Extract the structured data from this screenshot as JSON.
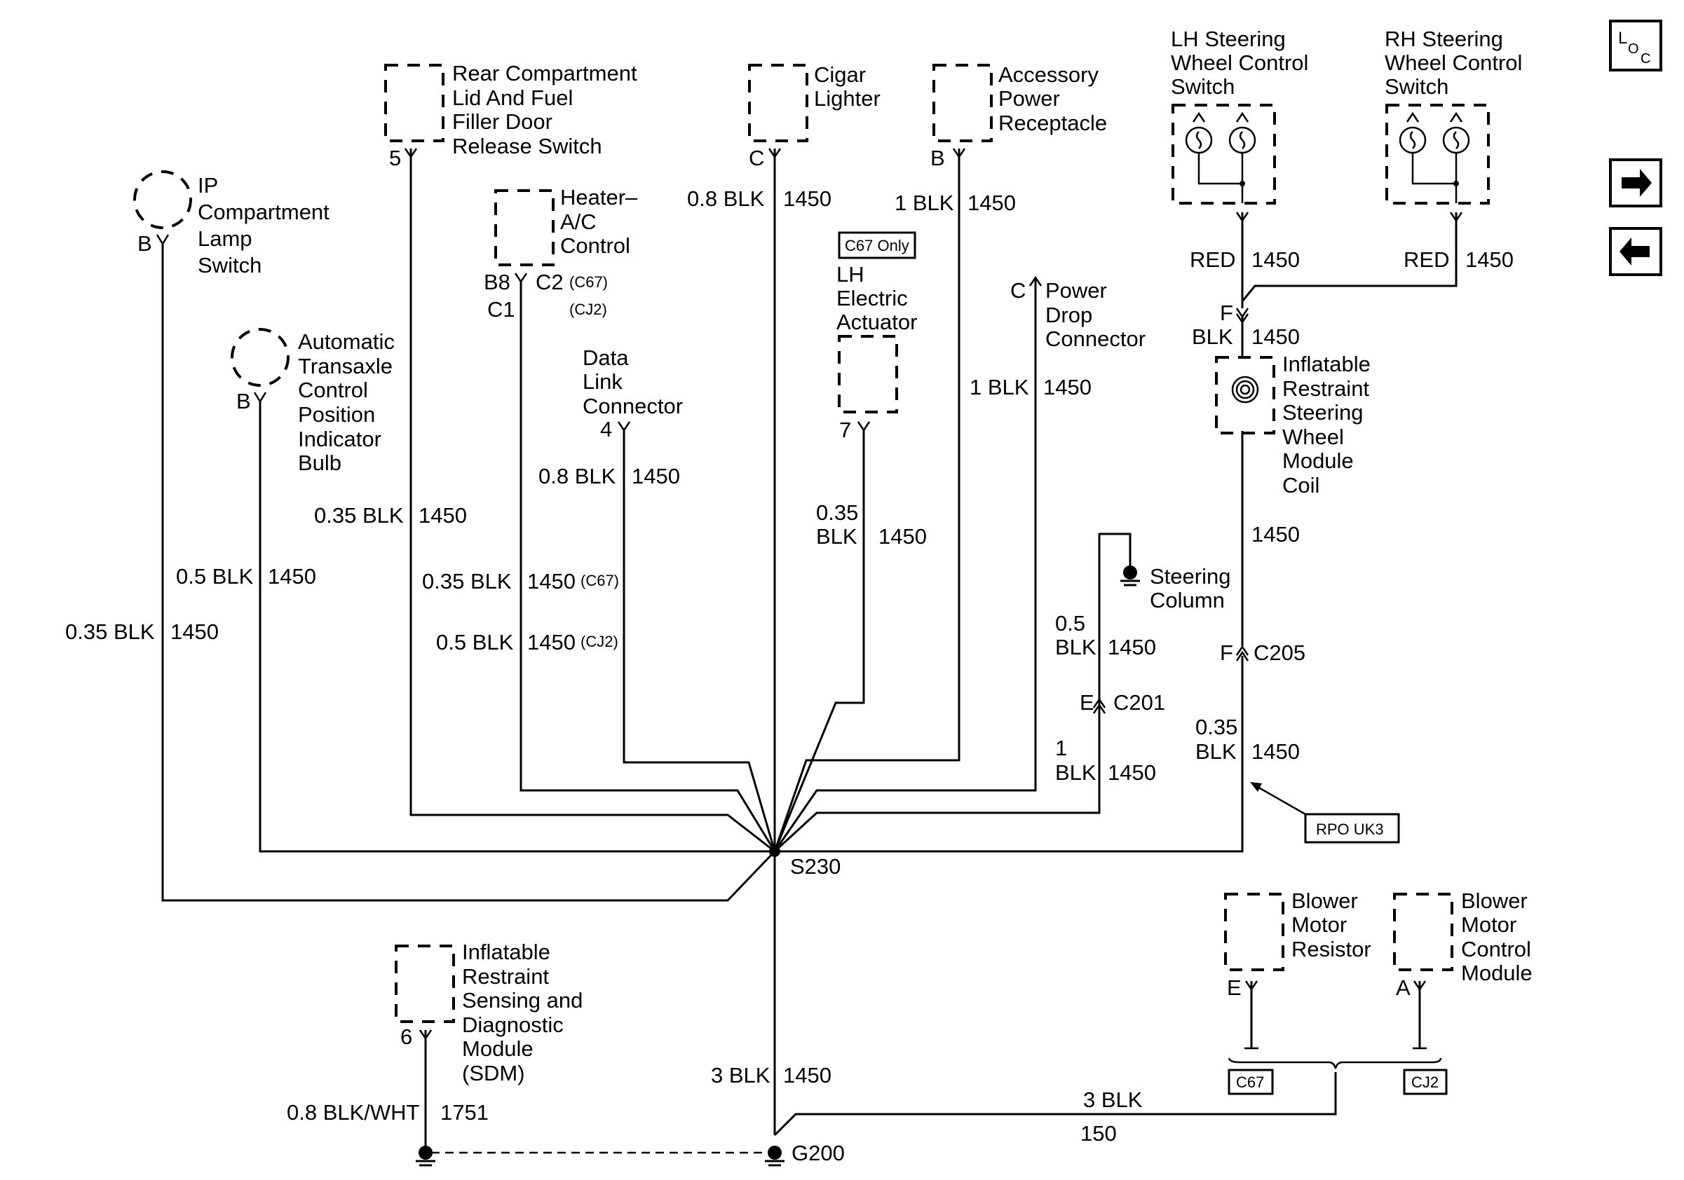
{
  "loc_icon": {
    "main": "L",
    "sub1": "O",
    "sub2": "C"
  },
  "nav": {
    "forward_icon": "right-arrow-icon",
    "back_icon": "left-arrow-icon"
  },
  "components": {
    "ip_lamp": [
      "IP",
      "Compartment",
      "Lamp",
      "Switch"
    ],
    "ip_lamp_pin": "B",
    "trans": [
      "Automatic",
      "Transaxle",
      "Control",
      "Position",
      "Indicator",
      "Bulb"
    ],
    "trans_pin": "B",
    "rear": [
      "Rear Compartment",
      "Lid And Fuel",
      "Filler Door",
      "Release Switch"
    ],
    "rear_pin": "5",
    "hvac": [
      "Heater–",
      "A/C",
      "Control"
    ],
    "hvac_pin_b8": "B8",
    "hvac_pin_c2": "C2",
    "hvac_pin_c1": "C1",
    "hvac_tag_c67": "(C67)",
    "hvac_tag_cj2": "(CJ2)",
    "dlc": [
      "Data",
      "Link",
      "Connector"
    ],
    "dlc_pin": "4",
    "cigar": [
      "Cigar",
      "Lighter"
    ],
    "cigar_pin": "C",
    "c67_only": "C67 Only",
    "lh_actuator": [
      "LH",
      "Electric",
      "Actuator"
    ],
    "lh_actuator_pin": "7",
    "acc": [
      "Accessory",
      "Power",
      "Receptacle"
    ],
    "acc_pin": "B",
    "power_drop": [
      "Power",
      "Drop",
      "Connector"
    ],
    "power_drop_pin": "C",
    "lh_swc": [
      "LH Steering",
      "Wheel Control",
      "Switch"
    ],
    "rh_swc": [
      "RH Steering",
      "Wheel Control",
      "Switch"
    ],
    "coil": [
      "Inflatable",
      "Restraint",
      "Steering",
      "Wheel",
      "Module",
      "Coil"
    ],
    "coil_pin": "F",
    "steering_column": [
      "Steering",
      "Column"
    ],
    "c205_pin": "F",
    "c205": "C205",
    "c201_pin": "E",
    "c201": "C201",
    "rpo": "RPO UK3",
    "s230": "S230",
    "sdm": [
      "Inflatable",
      "Restraint",
      "Sensing and",
      "Diagnostic",
      "Module",
      "(SDM)"
    ],
    "sdm_pin": "6",
    "g200": "G200",
    "blower_res": [
      "Blower",
      "Motor",
      "Resistor"
    ],
    "blower_res_pin": "E",
    "blower_ctl": [
      "Blower",
      "Motor",
      "Control",
      "Module"
    ],
    "blower_ctl_pin": "A",
    "c67_tag": "C67",
    "cj2_tag": "CJ2"
  },
  "wires": {
    "ip_lamp": {
      "size": "0.35 BLK",
      "circuit": "1450"
    },
    "trans": {
      "size": "0.5 BLK",
      "circuit": "1450"
    },
    "rear": {
      "size": "0.35 BLK",
      "circuit": "1450"
    },
    "hvac_c67": {
      "size": "0.35 BLK",
      "circuit": "1450",
      "tag": "(C67)"
    },
    "hvac_cj2": {
      "size": "0.5 BLK",
      "circuit": "1450",
      "tag": "(CJ2)"
    },
    "dlc": {
      "size": "0.8 BLK",
      "circuit": "1450"
    },
    "cigar": {
      "size": "0.8 BLK",
      "circuit": "1450"
    },
    "lh_actuator": {
      "size_a": "0.35",
      "size_b": "BLK",
      "circuit": "1450"
    },
    "acc": {
      "size": "1 BLK",
      "circuit": "1450"
    },
    "power_drop": {
      "size": "1 BLK",
      "circuit": "1450"
    },
    "lh_swc": {
      "size": "RED",
      "circuit": "1450"
    },
    "rh_swc": {
      "size": "RED",
      "circuit": "1450"
    },
    "coil_in": {
      "size": "BLK",
      "circuit": "1450"
    },
    "coil_out": {
      "circuit": "1450"
    },
    "steering_col": {
      "size_a": "0.5",
      "size_b": "BLK",
      "circuit": "1450"
    },
    "c201_down": {
      "size_a": "1",
      "size_b": "BLK",
      "circuit": "1450"
    },
    "c205_down": {
      "size_a": "0.35",
      "size_b": "BLK",
      "circuit": "1450"
    },
    "ground_main": {
      "size": "3 BLK",
      "circuit": "1450"
    },
    "sdm_ground": {
      "size": "0.8 BLK/WHT",
      "circuit": "1751"
    },
    "blower_ground": {
      "size": "3 BLK",
      "circuit": "150"
    }
  }
}
